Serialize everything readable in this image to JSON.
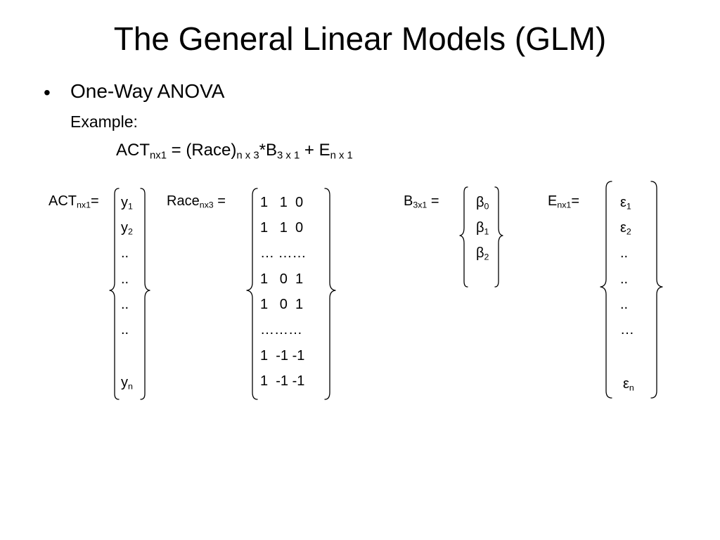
{
  "title": "The General Linear Models (GLM)",
  "bullet": {
    "symbol": "•",
    "text": "One-Way ANOVA"
  },
  "example_label": "Example:",
  "equation": {
    "act": "ACT",
    "act_sub": "nx1",
    "eq": " = (Race)",
    "race_sub": "n x 3",
    "mult": "*B",
    "b_sub": "3 x 1",
    "plus": "  + E",
    "e_sub": "n x 1"
  },
  "act_matrix": {
    "label": "ACT",
    "label_sub": "nx1",
    "label_suffix": "=",
    "rows": [
      {
        "t": "y",
        "s": "1"
      },
      {
        "t": "y",
        "s": "2"
      },
      {
        "t": "..",
        "s": ""
      },
      {
        "t": "..",
        "s": ""
      },
      {
        "t": "..",
        "s": ""
      },
      {
        "t": "..",
        "s": ""
      },
      {
        "t": "y",
        "s": "n"
      }
    ]
  },
  "race_matrix": {
    "label": "Race",
    "label_sub": "nx3",
    "label_suffix": " =",
    "rows": [
      "1   1  0",
      "1   1  0",
      "… ……",
      "1   0  1",
      "1   0  1",
      "………",
      "1  -1 -1",
      "1  -1 -1"
    ]
  },
  "b_matrix": {
    "label": "B",
    "label_sub": "3x1",
    "label_suffix": " =",
    "rows": [
      {
        "t": "β",
        "s": "0"
      },
      {
        "t": "β",
        "s": "1"
      },
      {
        "t": "β",
        "s": "2"
      }
    ]
  },
  "e_matrix": {
    "label": "E",
    "label_sub": "nx1",
    "label_suffix": "=",
    "rows": [
      {
        "t": "ε",
        "s": "1"
      },
      {
        "t": "ε",
        "s": "2"
      },
      {
        "t": "..",
        "s": ""
      },
      {
        "t": "..",
        "s": ""
      },
      {
        "t": "..",
        "s": ""
      },
      {
        "t": "…",
        "s": ""
      },
      {
        "t": "ε",
        "s": "n"
      }
    ]
  }
}
